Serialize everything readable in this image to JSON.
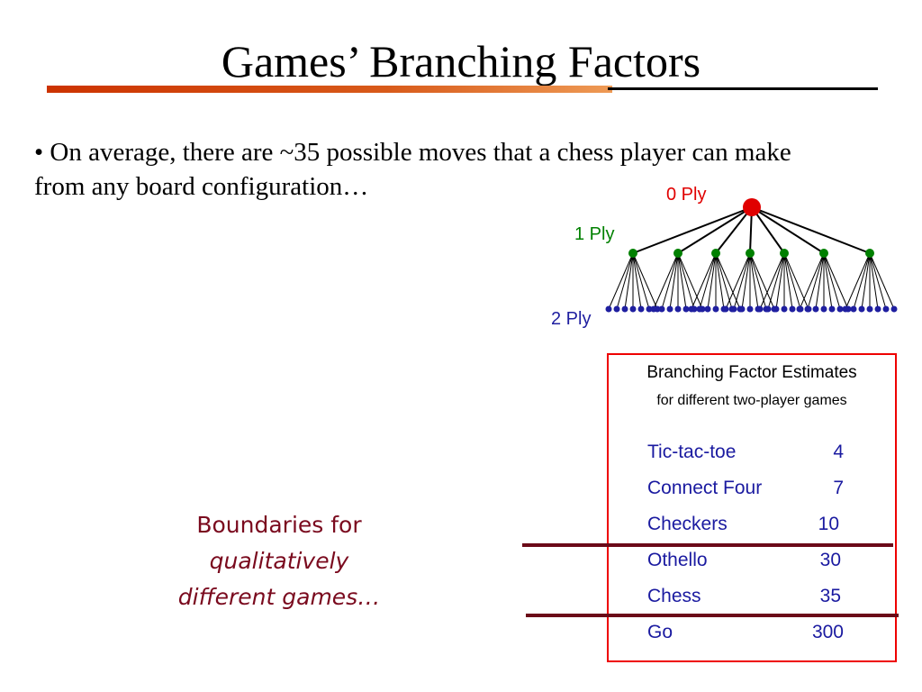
{
  "slide": {
    "title": "Games’ Branching Factors",
    "bullet": "• On average, there are ~35 possible moves that a chess player can make from any board configuration…",
    "tree": {
      "ply0_label": "0 Ply",
      "ply1_label": "1 Ply",
      "ply2_label": "2 Ply",
      "ply0_color": "#e00000",
      "ply1_color": "#008000",
      "ply2_color": "#1f1fa0"
    },
    "table": {
      "title": "Branching Factor Estimates",
      "subtitle": "for different two-player games",
      "rows": [
        {
          "game": "Tic-tac-toe",
          "factor": "4"
        },
        {
          "game": "Connect Four",
          "factor": "7"
        },
        {
          "game": "Checkers",
          "factor": "10"
        },
        {
          "game": "Othello",
          "factor": "30"
        },
        {
          "game": "Chess",
          "factor": "35"
        },
        {
          "game": "Go",
          "factor": "300"
        }
      ]
    },
    "note": {
      "line1": "Boundaries for",
      "line2": "qualitatively",
      "line3": "different games…"
    }
  }
}
